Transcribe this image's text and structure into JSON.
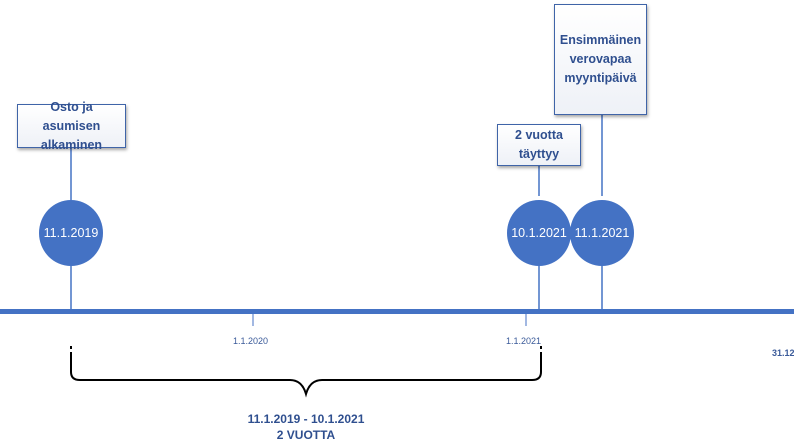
{
  "callouts": {
    "purchase": "Osto ja asumisen alkaminen",
    "two_years": "2 vuotta täyttyy",
    "first_taxfree": "Ensimmäinen verovapaa myyntipäivä"
  },
  "milestones": {
    "start": "11.1.2019",
    "end": "10.1.2021",
    "taxfree": "11.1.2021"
  },
  "axis_ticks": {
    "y2020": "1.1.2020",
    "y2021": "1.1.2021",
    "right_cut": "31.12"
  },
  "range": {
    "dates": "11.1.2019 - 10.1.2021",
    "caption": "2 VUOTTA"
  },
  "colors": {
    "accent": "#4472c4",
    "text": "#2f4f8f"
  }
}
